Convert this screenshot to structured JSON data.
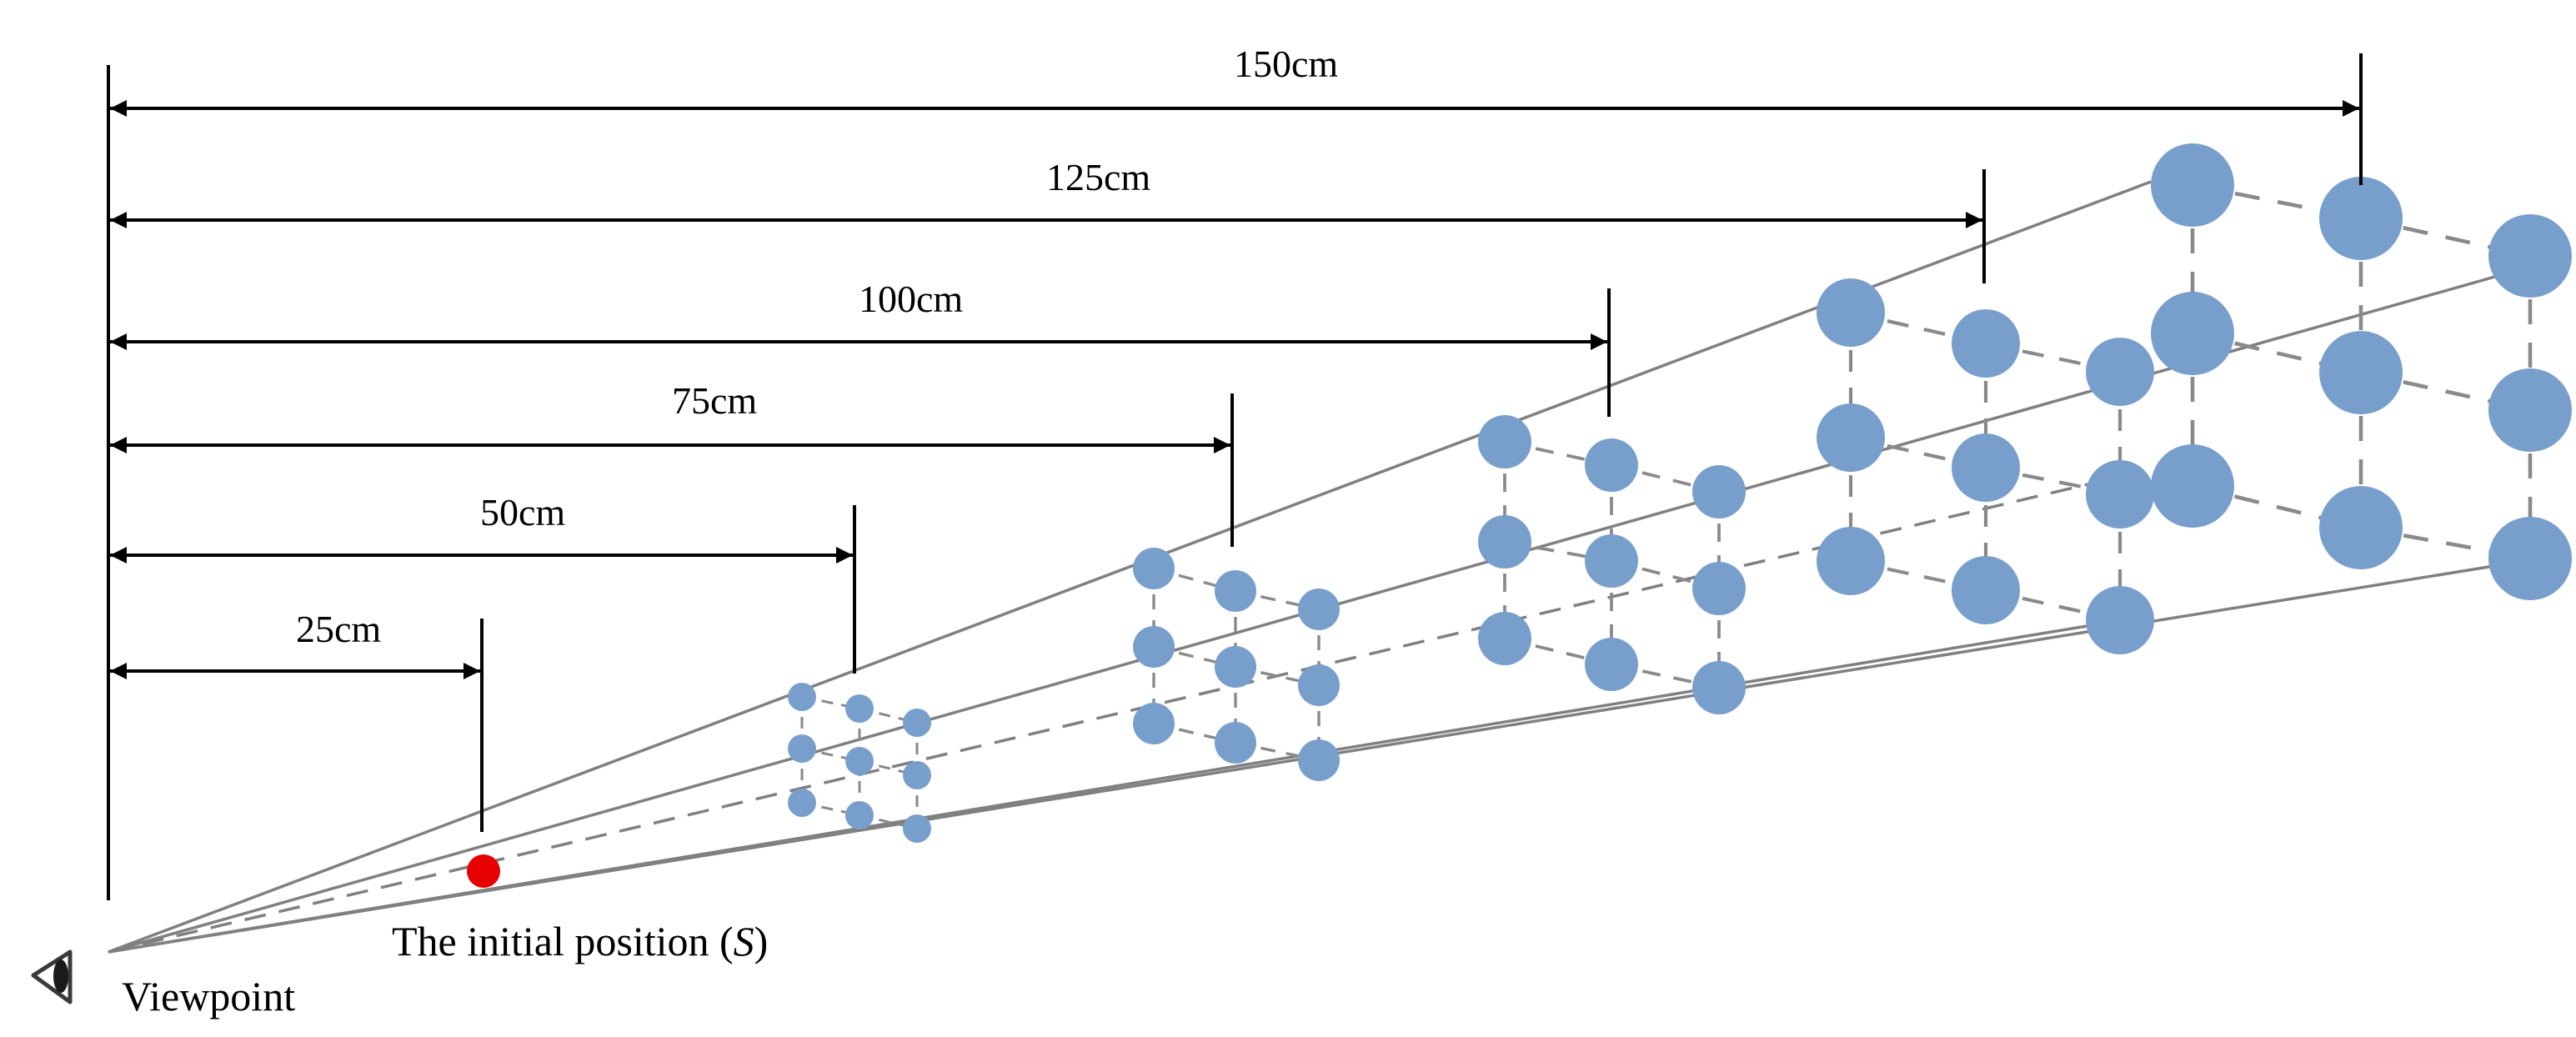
{
  "distances": [
    {
      "label": "25cm",
      "value": 25
    },
    {
      "label": "50cm",
      "value": 50
    },
    {
      "label": "75cm",
      "value": 75
    },
    {
      "label": "100cm",
      "value": 100
    },
    {
      "label": "125cm",
      "value": 125
    },
    {
      "label": "150cm",
      "value": 150
    }
  ],
  "initial_position": {
    "text": "The initial position (",
    "symbol": "S",
    "close": ")"
  },
  "viewpoint": {
    "label": "Viewpoint"
  },
  "grid": {
    "rows": 3,
    "cols": 3
  },
  "colors": {
    "target": "#789fcc",
    "initial": "#e60000",
    "ray": "#808080",
    "dash": "#8a8a8a",
    "dimension": "#000000"
  }
}
